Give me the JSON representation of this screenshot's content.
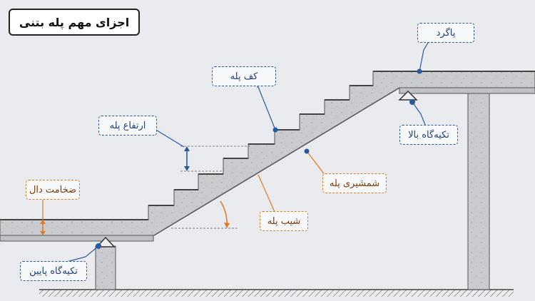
{
  "title": "اجزای مهم پله بتنی",
  "labels": {
    "landing": "پاگرد",
    "tread": "کف پله",
    "riser_height": "ارتفاع پله",
    "top_support": "تکیه‌گاه بالا",
    "stringer": "شمشیری پله",
    "slope": "شیب پله",
    "slab_thickness": "ضخامت دال",
    "bottom_support": "تکیه‌گاه پایین"
  },
  "colors": {
    "blue_accent": "#2a5a9e",
    "orange_accent": "#e07a25",
    "concrete": "#c9cbce",
    "background": "#e9ebee"
  }
}
